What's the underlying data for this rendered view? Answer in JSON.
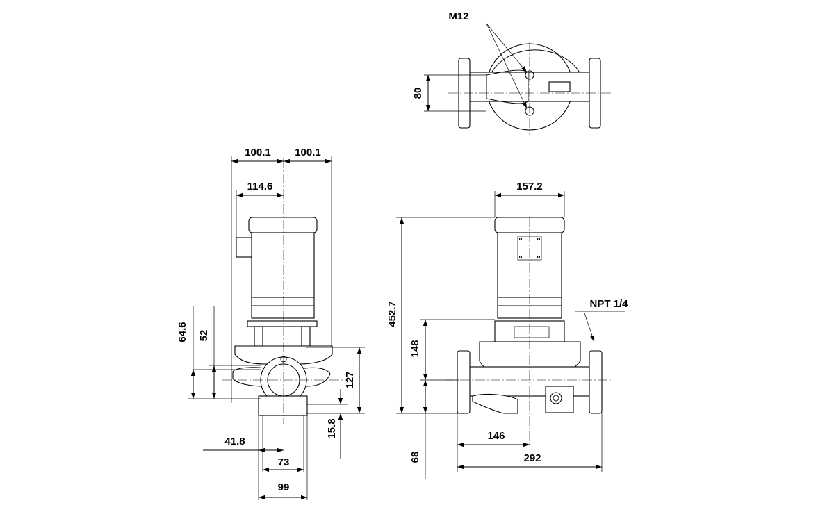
{
  "drawing": {
    "top_view": {
      "thread_label": "M12",
      "flange_spacing": "80"
    },
    "side_view": {
      "half_width_left": "100.1",
      "half_width_right": "100.1",
      "motor_offset": "114.6",
      "height_a": "64.6",
      "height_b": "52",
      "height_c": "127",
      "height_d": "15.8",
      "offset_a": "41.8",
      "width_a": "73",
      "width_b": "99"
    },
    "front_view": {
      "motor_diameter": "157.2",
      "overall_height": "452.7",
      "port_height": "148",
      "base_height": "68",
      "half_length": "146",
      "port_to_port": "292",
      "gauge_port": "NPT 1/4"
    }
  }
}
